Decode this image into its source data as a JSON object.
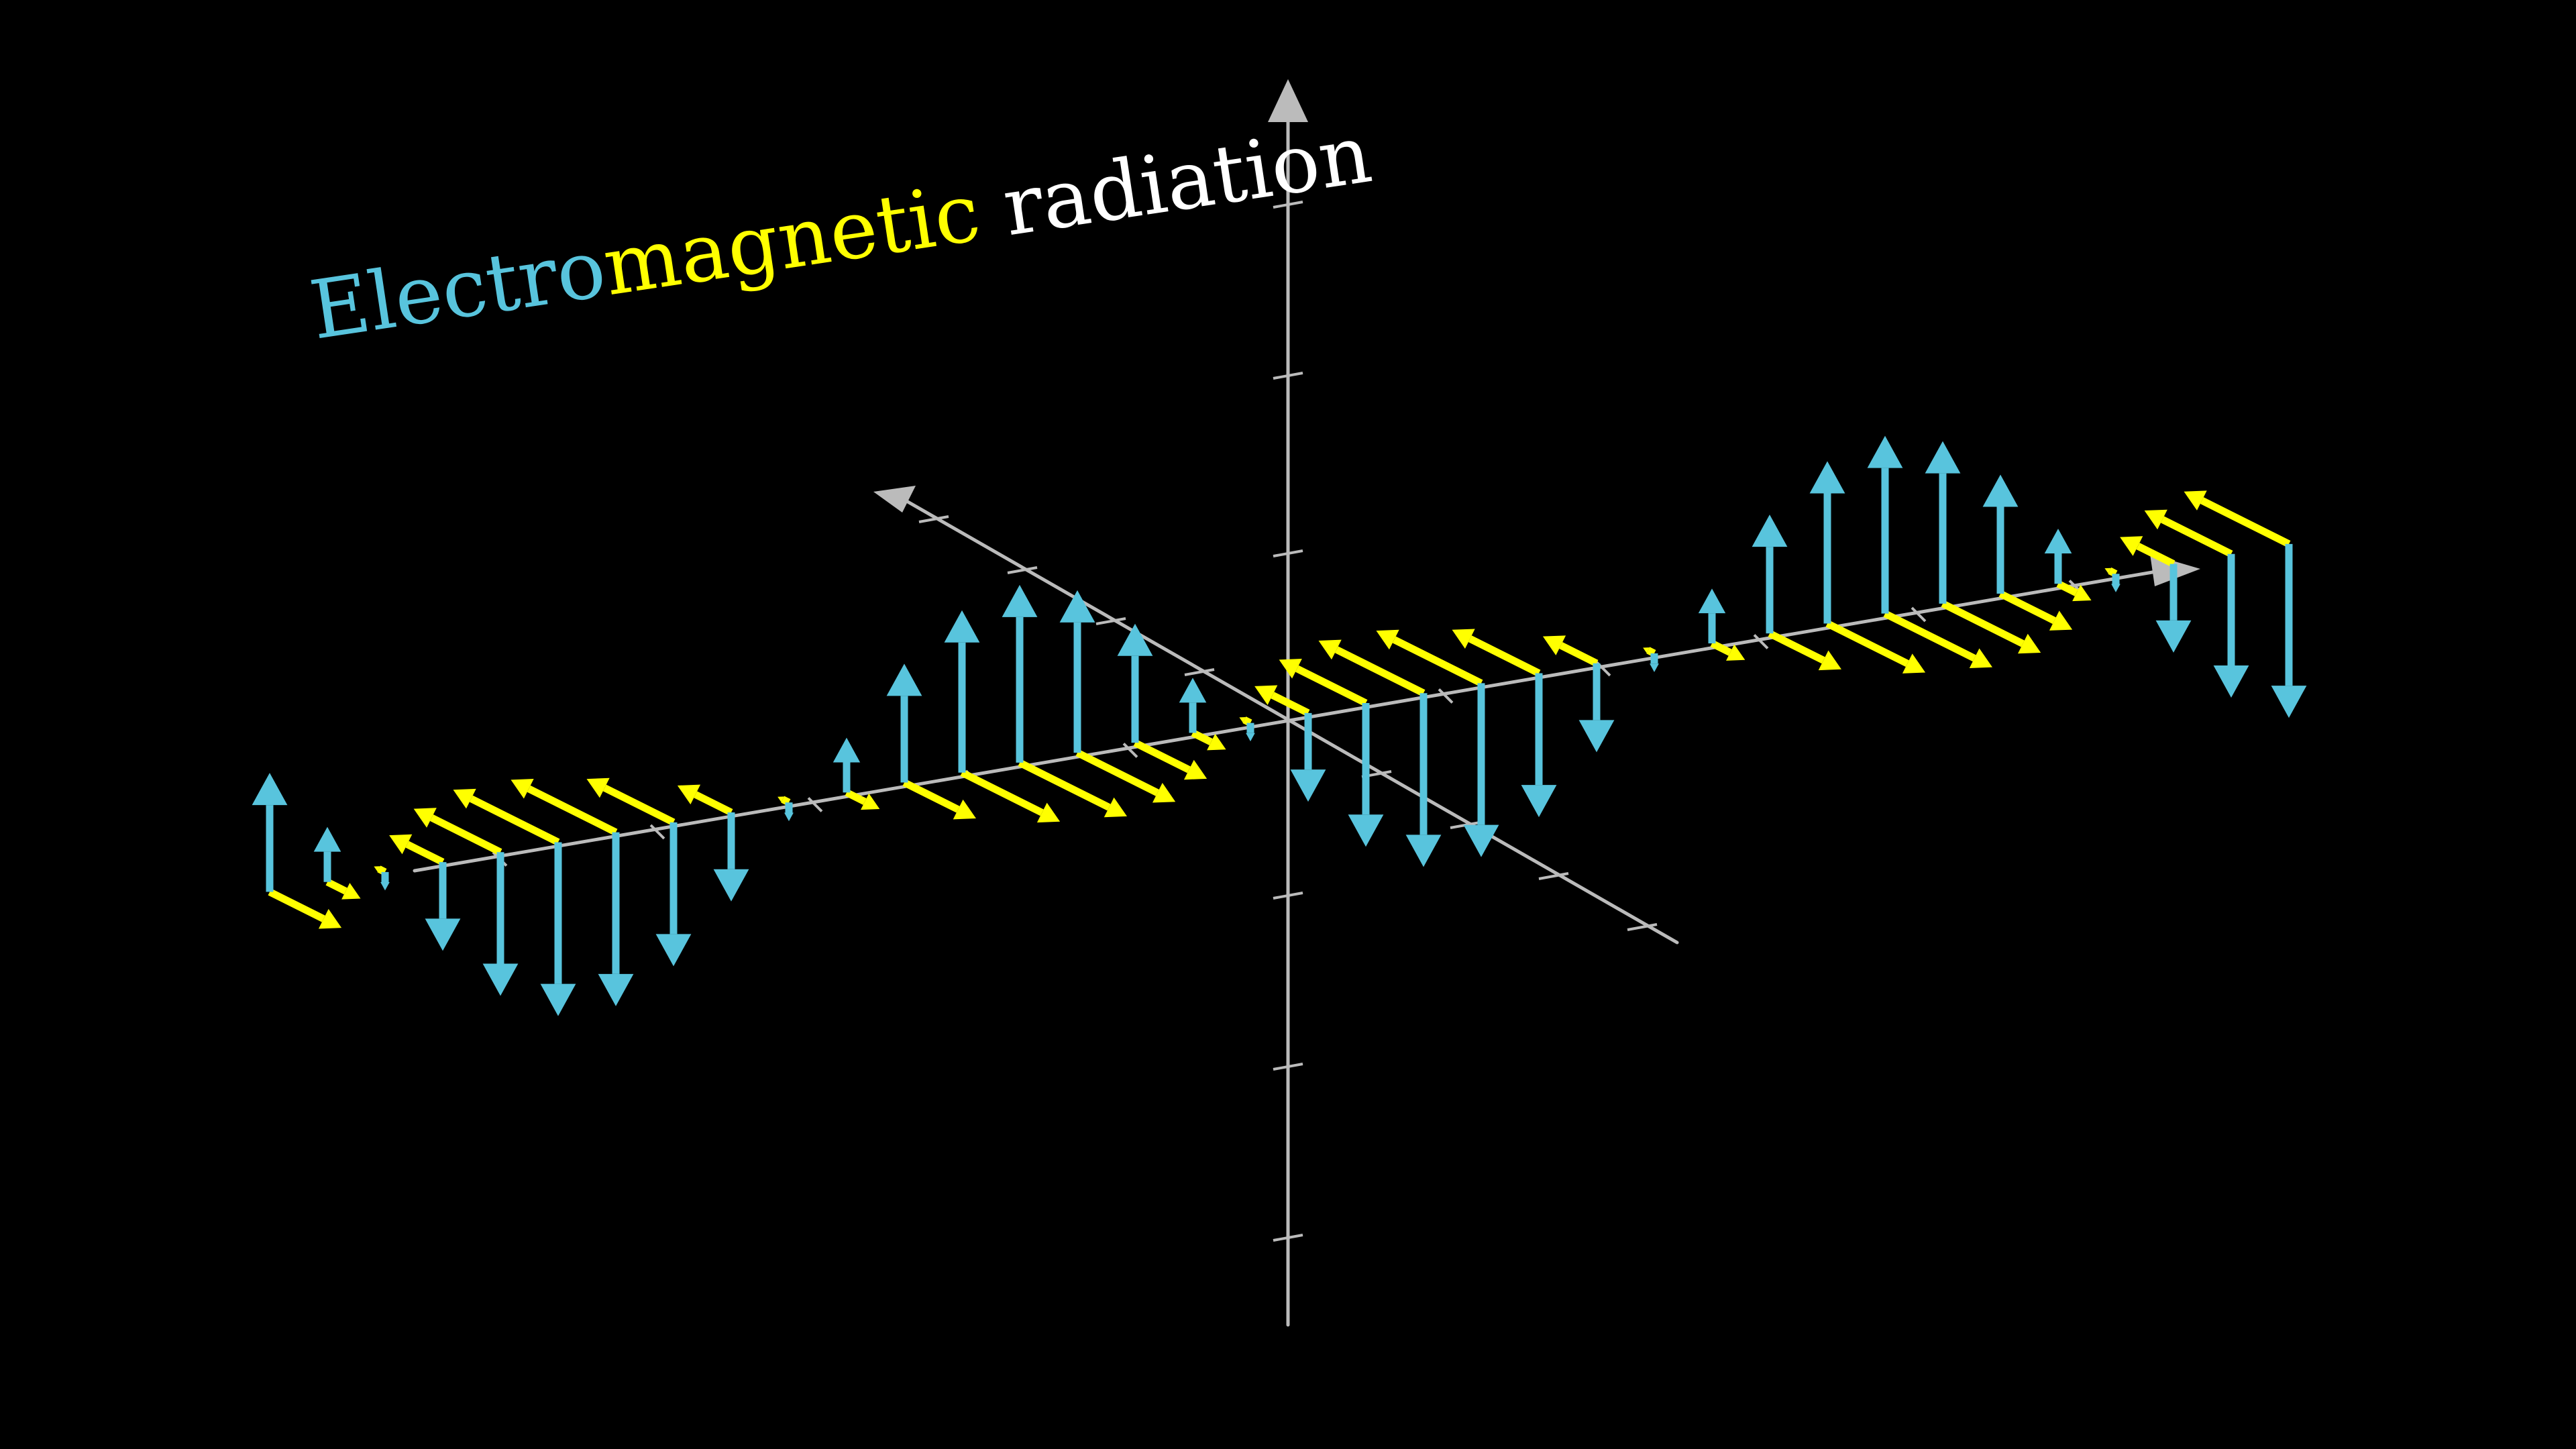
{
  "title": {
    "parts": [
      {
        "text": "Electro",
        "color": "#58c4dd"
      },
      {
        "text": "magnetic",
        "color": "#ffff00"
      },
      {
        "text": " radiation",
        "color": "#ffffff"
      }
    ]
  },
  "colors": {
    "background": "#000000",
    "axes": "#bbbbbb",
    "electric_field": "#58c4dd",
    "magnetic_field": "#ffff00"
  },
  "axes": {
    "labels": [],
    "arrowheads": [
      "up",
      "upper-left",
      "right"
    ]
  },
  "wave": {
    "electric_vector_direction": "vertical",
    "magnetic_vector_direction": "perpendicular",
    "in_phase": true
  }
}
